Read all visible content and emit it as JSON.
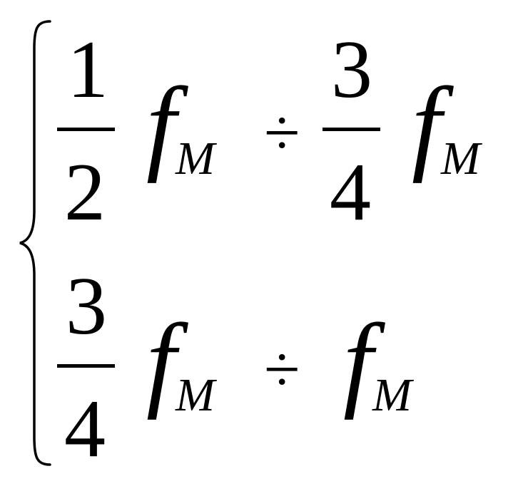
{
  "system": {
    "rows": [
      {
        "left": {
          "fraction": {
            "numerator": "1",
            "denominator": "2"
          },
          "symbol": "f",
          "subscript": "M"
        },
        "operator": "÷",
        "right": {
          "fraction": {
            "numerator": "3",
            "denominator": "4"
          },
          "symbol": "f",
          "subscript": "M"
        }
      },
      {
        "left": {
          "fraction": {
            "numerator": "3",
            "denominator": "4"
          },
          "symbol": "f",
          "subscript": "M"
        },
        "operator": "÷",
        "right": {
          "symbol": "f",
          "subscript": "M"
        }
      }
    ]
  }
}
